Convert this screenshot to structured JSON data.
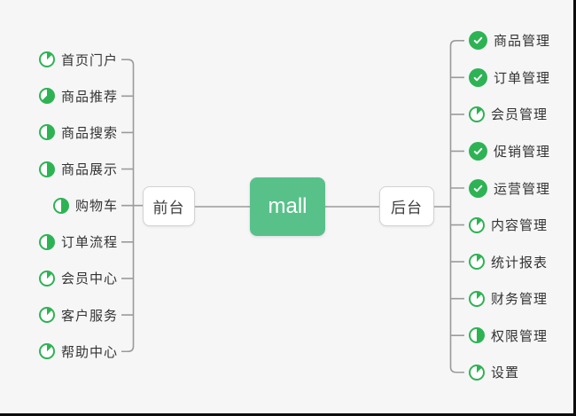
{
  "app": {
    "colors": {
      "background": "#f6f6f7",
      "icon_green": "#2eb354",
      "node_green": "#58c18a",
      "line_gray": "#9b9b9b",
      "frame_border": "#0c0c0c"
    }
  },
  "root": {
    "label": "mall"
  },
  "left_branch": {
    "label": "前台",
    "items": [
      {
        "label": "首页门户",
        "icon": "progress-pie",
        "progress": 12.5
      },
      {
        "label": "商品推荐",
        "icon": "progress-pie",
        "progress": 62.5
      },
      {
        "label": "商品搜索",
        "icon": "progress-pie",
        "progress": 50
      },
      {
        "label": "商品展示",
        "icon": "progress-pie",
        "progress": 50
      },
      {
        "label": "购物车",
        "icon": "progress-pie",
        "progress": 50
      },
      {
        "label": "订单流程",
        "icon": "progress-pie",
        "progress": 50
      },
      {
        "label": "会员中心",
        "icon": "progress-pie",
        "progress": 12.5
      },
      {
        "label": "客户服务",
        "icon": "progress-pie",
        "progress": 12.5
      },
      {
        "label": "帮助中心",
        "icon": "progress-pie",
        "progress": 12.5
      }
    ]
  },
  "right_branch": {
    "label": "后台",
    "items": [
      {
        "label": "商品管理",
        "icon": "check-done",
        "progress": 100
      },
      {
        "label": "订单管理",
        "icon": "check-done",
        "progress": 100
      },
      {
        "label": "会员管理",
        "icon": "progress-pie",
        "progress": 12.5
      },
      {
        "label": "促销管理",
        "icon": "check-done",
        "progress": 100
      },
      {
        "label": "运营管理",
        "icon": "check-done",
        "progress": 100
      },
      {
        "label": "内容管理",
        "icon": "progress-pie",
        "progress": 12.5
      },
      {
        "label": "统计报表",
        "icon": "progress-pie",
        "progress": 12.5
      },
      {
        "label": "财务管理",
        "icon": "progress-pie",
        "progress": 12.5
      },
      {
        "label": "权限管理",
        "icon": "progress-pie",
        "progress": 50
      },
      {
        "label": "设置",
        "icon": "progress-pie",
        "progress": 12.5
      }
    ]
  }
}
